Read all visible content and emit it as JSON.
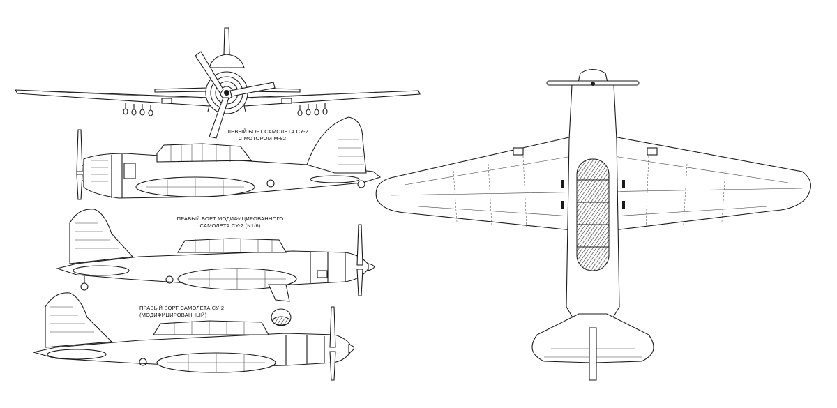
{
  "captions": {
    "left_side_line1": "ЛЕВЫЙ БОРТ САМОЛЕТА СУ-2",
    "left_side_line2": "С МОТОРОМ М-82",
    "right_modified_line1": "ПРАВЫЙ БОРТ МОДИФИЦИРОВАННОГО",
    "right_modified_line2": "САМОЛЕТА СУ-2 (N1/6)",
    "right_side_line1": "ПРАВЫЙ БОРТ САМОЛЕТА СУ-2",
    "right_side_line2": "(МОДИФИЦИРОВАННЫЙ)"
  },
  "colors": {
    "ink": "#1a1a1a",
    "paper": "#ffffff"
  }
}
